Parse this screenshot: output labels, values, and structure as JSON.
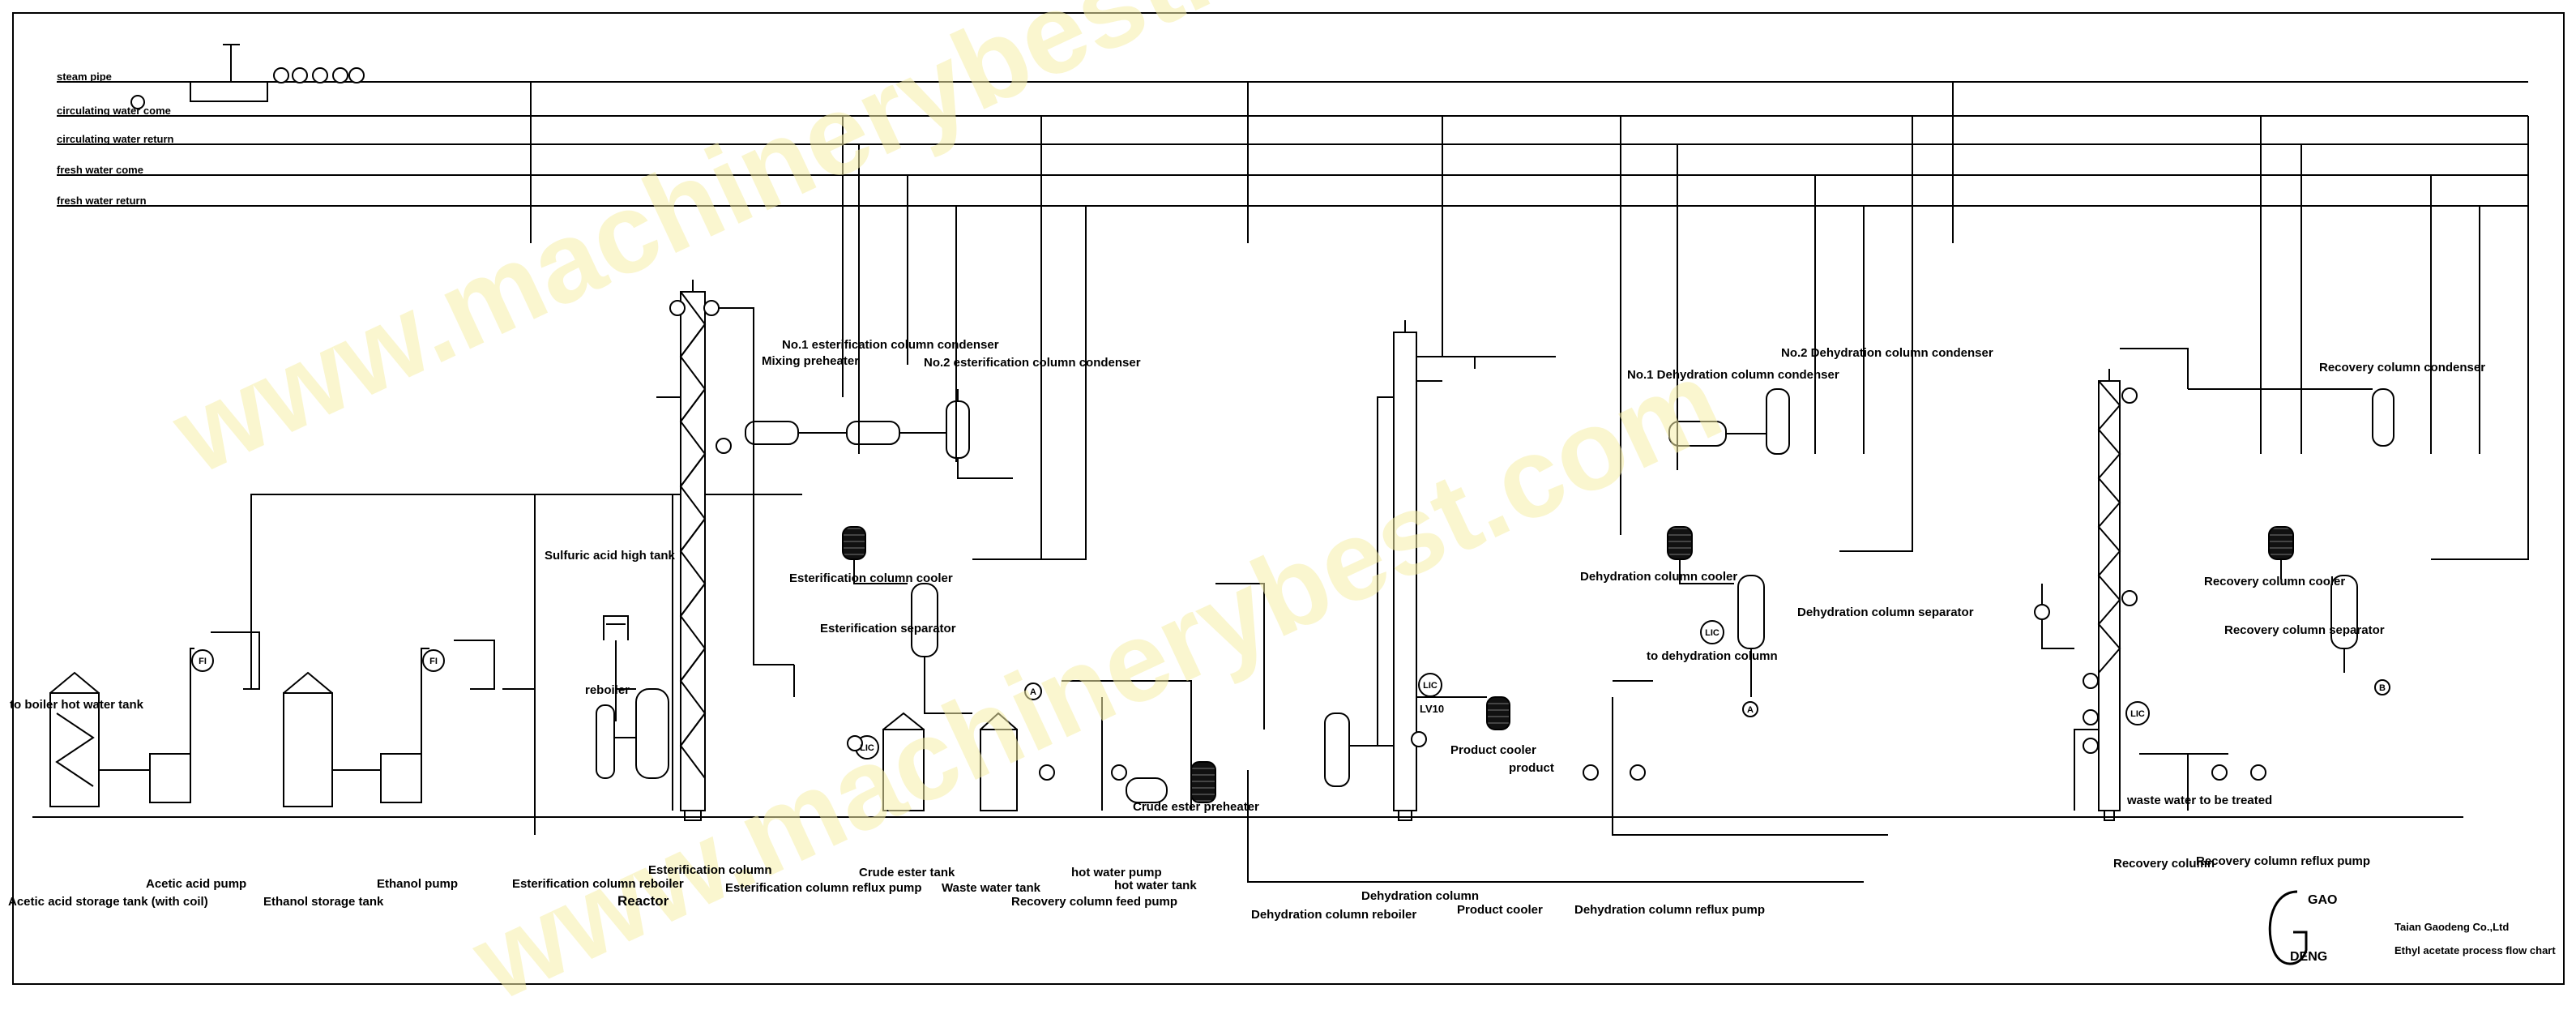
{
  "watermark": "www.machinerybest.com",
  "pipes": {
    "steam": "steam pipe",
    "circ_come": "circulating water come",
    "circ_return": "circulating water return",
    "fresh_come": "fresh water come",
    "fresh_return": "fresh water return"
  },
  "labels": {
    "to_boiler": "to boiler hot water tank",
    "sulfuric": "Sulfuric acid high tank",
    "reboiler": "reboiler",
    "mixing": "Mixing preheater",
    "c1": "No.1 esterification column condenser",
    "c2": "No.2 esterification column condenser",
    "ecooler": "Esterification column cooler",
    "esep": "Esterification separator",
    "d1": "No.1 Dehydration column condenser",
    "d2": "No.2 Dehydration column condenser",
    "dcooler": "Dehydration column cooler",
    "dsep": "Dehydration column separator",
    "todehyd": "to dehydration column",
    "pcooler": "Product cooler",
    "product": "product",
    "lv10": "LV10",
    "rcond": "Recovery column condenser",
    "rcooler": "Recovery column cooler",
    "rsep": "Recovery column separator",
    "waste": "waste water to be treated",
    "crude_pre": "Crude ester preheater",
    "aa_pump": "Acetic acid pump",
    "aa_tank": "Acetic acid storage tank (with coil)",
    "eth_tank": "Ethanol storage tank",
    "eth_pump": "Ethanol pump",
    "e_reboiler": "Esterification column reboiler",
    "reactor": "Reactor",
    "e_column": "Esterification column",
    "e_reflux": "Esterification column reflux pump",
    "crude_tank": "Crude ester tank",
    "waste_tank": "Waste water tank",
    "rfeed": "Recovery column feed pump",
    "hw_pump": "hot water pump",
    "hw_tank": "hot water tank",
    "d_column": "Dehydration column",
    "d_reboiler": "Dehydration column reboiler",
    "p_cooler2": "Product cooler",
    "d_reflux": "Dehydration column reflux pump",
    "r_column": "Recovery column",
    "r_reflux": "Recovery column reflux pump"
  },
  "company": {
    "name": "Taian Gaodeng Co.,Ltd",
    "subtitle": "Ethyl acetate process flow chart",
    "logo_top": "GAO",
    "logo_bottom": "DENG"
  },
  "instruments": {
    "fi": "FI",
    "lic": "LIC",
    "a": "A",
    "b": "B"
  }
}
